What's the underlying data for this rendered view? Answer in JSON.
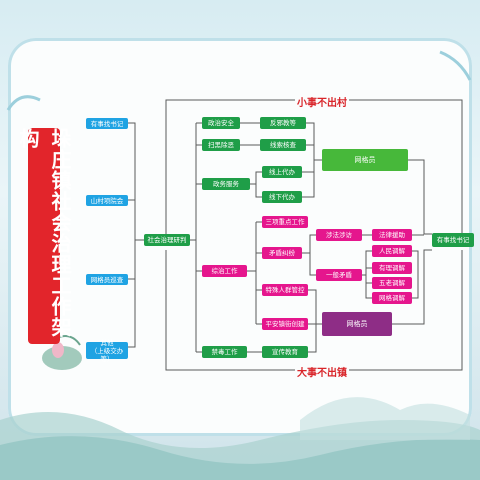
{
  "title": "垛庄镇社会治理工作架构",
  "top_label": "小事不出村",
  "bottom_label": "大事不出镇",
  "left_column": [
    "有事找书记",
    "山村项院会",
    "网格员巡查",
    "其他\n（上级交办等）"
  ],
  "hub": "社会治理研判",
  "categories": {
    "political": "政治安全",
    "anti_crime": "扫黑除恶",
    "gov_service": "政务服务",
    "comprehensive": "综治工作",
    "anti_drug": "禁毒工作"
  },
  "subitems": {
    "anti_cult": "反邪教等",
    "clue": "线索核查",
    "online": "线上代办",
    "offline": "线下代办",
    "three_key": "三项重点工作",
    "conflict": "矛盾纠纷",
    "special_people": "特殊人群管控",
    "safe_town": "平安镇街创建",
    "propaganda": "宣传教育"
  },
  "conflict_branches": {
    "legal": "涉法涉访",
    "general": "一般矛盾",
    "legal_aid": "法律援助",
    "people_med": "人民调解",
    "elder_med": "有理调解",
    "five_elder": "五老调解",
    "grid_med": "网格调解"
  },
  "grid_member_top": "网格员",
  "grid_member_bottom": "网格员",
  "right_end": "有事找书记"
}
